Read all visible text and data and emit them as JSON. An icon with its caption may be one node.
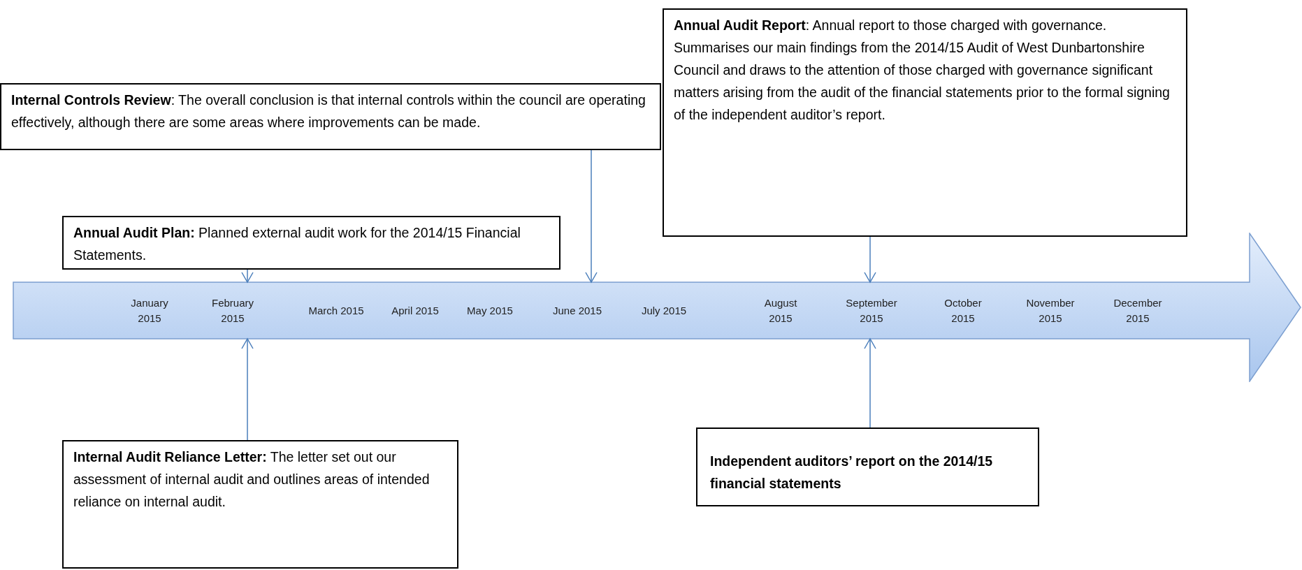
{
  "diagram": {
    "nodes": [
      {
        "text": [
          "**Internal Controls Review**: The overall conclusion is that internal controls within the council are operating effectively, although there are some areas where improvements can be made."
        ]
      },
      {
        "text": [
          "**Annual Audit Report**: Annual report to those charged with governance. Summarises our main findings from the 2014/15 Audit of West Dunbartonshire Council and draws to the attention of those charged with governance significant matters arising from the audit of the financial statements prior to the formal signing of the independent auditor’s report."
        ]
      },
      {
        "text": [
          "**Annual Audit Plan:** Planned external audit work for the 2014/15 Financial Statements."
        ]
      },
      {
        "text": [
          "January 2015",
          "February 2015",
          "March 2015",
          "April 2015",
          "May 2015",
          "June 2015",
          "July 2015",
          "August 2015",
          "September 2015",
          "October 2015",
          "November 2015",
          "December 2015"
        ]
      },
      {
        "text": [
          "**Internal Audit Reliance Letter:** The letter set out our assessment of internal audit and outlines areas of intended reliance on internal audit."
        ]
      },
      {
        "text": [
          "Independent auditors’ report on the 2014/15 financial statements"
        ]
      }
    ],
    "edges": [
      {
        "from": 2,
        "to": 3,
        "arrow": "to"
      },
      {
        "from": 0,
        "to": 3,
        "arrow": "to"
      },
      {
        "from": 1,
        "to": 3,
        "arrow": "to"
      },
      {
        "from": 4,
        "to": 3,
        "arrow": "to"
      },
      {
        "from": 5,
        "to": 3,
        "arrow": "to"
      }
    ]
  }
}
